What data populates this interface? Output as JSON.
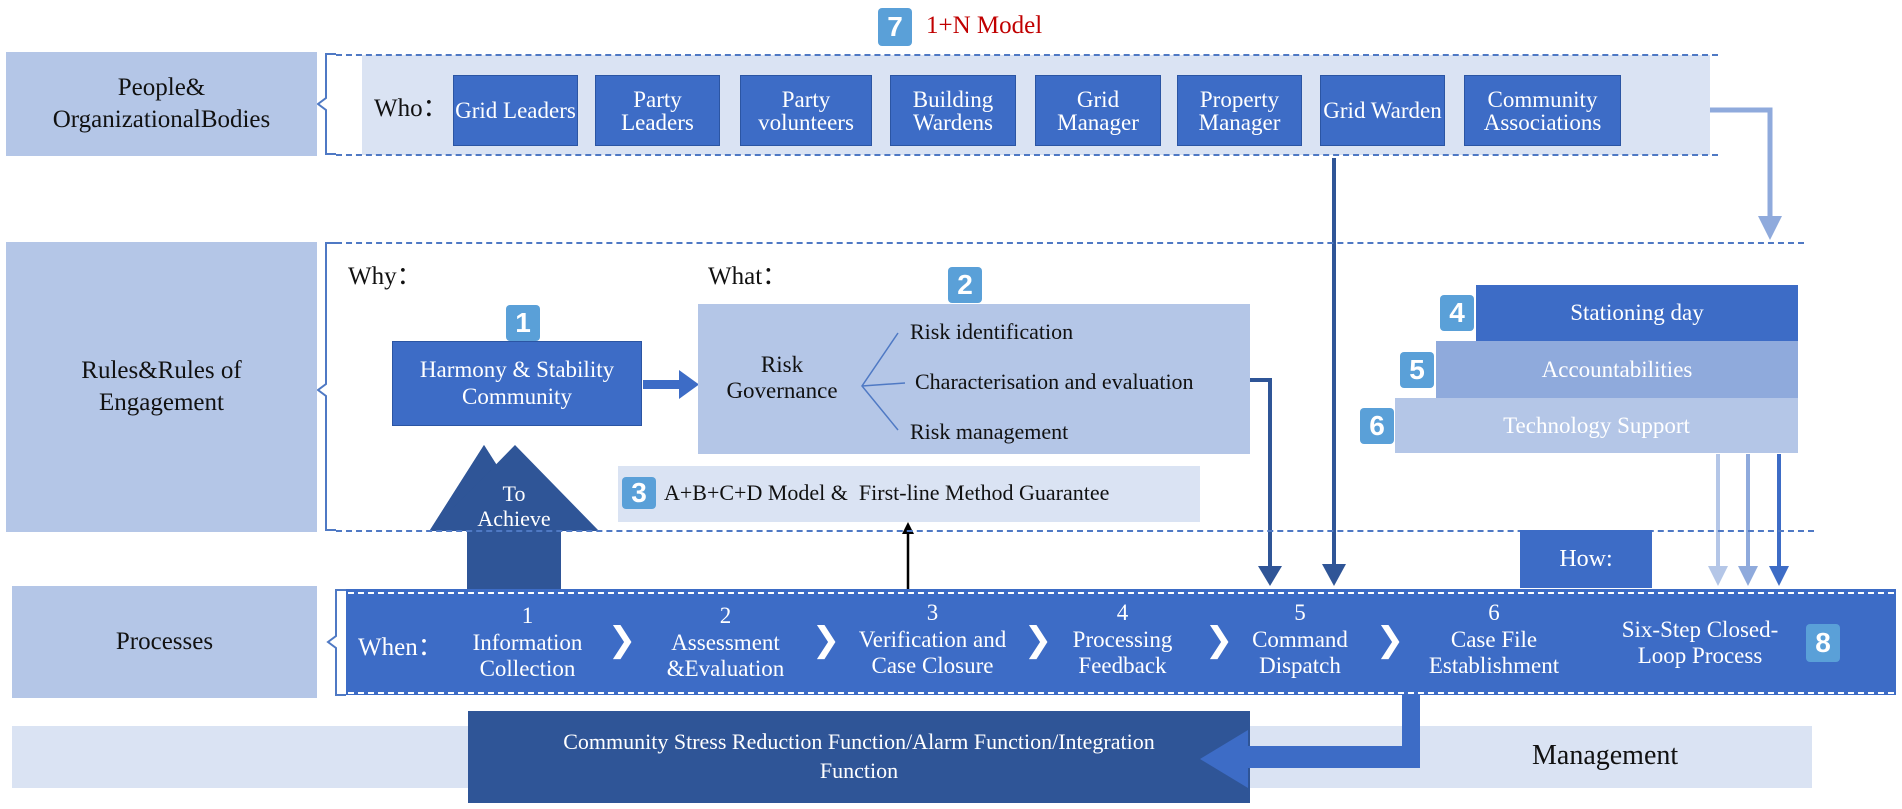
{
  "model": {
    "badge": "7",
    "title": "1+N Model"
  },
  "labels": {
    "people": "People& OrganizationalBodies",
    "rules": "Rules&Rules of Engagement",
    "processes": "Processes"
  },
  "who": {
    "label": "Who：",
    "items": [
      "Grid Leaders",
      "Party Leaders",
      "Party volunteers",
      "Building Wardens",
      "Grid Manager",
      "Property Manager",
      "Grid Warden",
      "Community Associations"
    ]
  },
  "why": {
    "label": "Why：",
    "badge": "1",
    "box": "Harmony & Stability Community",
    "arrow": "To Achieve"
  },
  "what": {
    "label": "What：",
    "badge": "2",
    "governance": "Risk Governance",
    "items": [
      "Risk identification",
      "Characterisation and evaluation",
      "Risk management"
    ]
  },
  "model_abcd": {
    "badge": "3",
    "text": "A+B+C+D Model &  First-line Method Guarantee"
  },
  "stack": [
    {
      "badge": "4",
      "text": "Stationing day",
      "color": "#3d6cc6"
    },
    {
      "badge": "5",
      "text": "Accountabilities",
      "color": "#8faadc"
    },
    {
      "badge": "6",
      "text": "Technology Support",
      "color": "#b4c6e7"
    }
  ],
  "how": "How:",
  "when": {
    "label": "When：",
    "steps": [
      {
        "n": "1",
        "text": "Information Collection"
      },
      {
        "n": "2",
        "text": "Assessment &Evaluation"
      },
      {
        "n": "3",
        "text": "Verification and Case Closure"
      },
      {
        "n": "4",
        "text": "Processing Feedback"
      },
      {
        "n": "5",
        "text": "Command Dispatch"
      },
      {
        "n": "6",
        "text": "Case File Establishment"
      }
    ],
    "closed_loop": "Six-Step Closed-Loop Process",
    "badge": "8"
  },
  "bottom": {
    "functions": "Community Stress Reduction Function/Alarm Function/Integration Function",
    "management": "Management"
  }
}
